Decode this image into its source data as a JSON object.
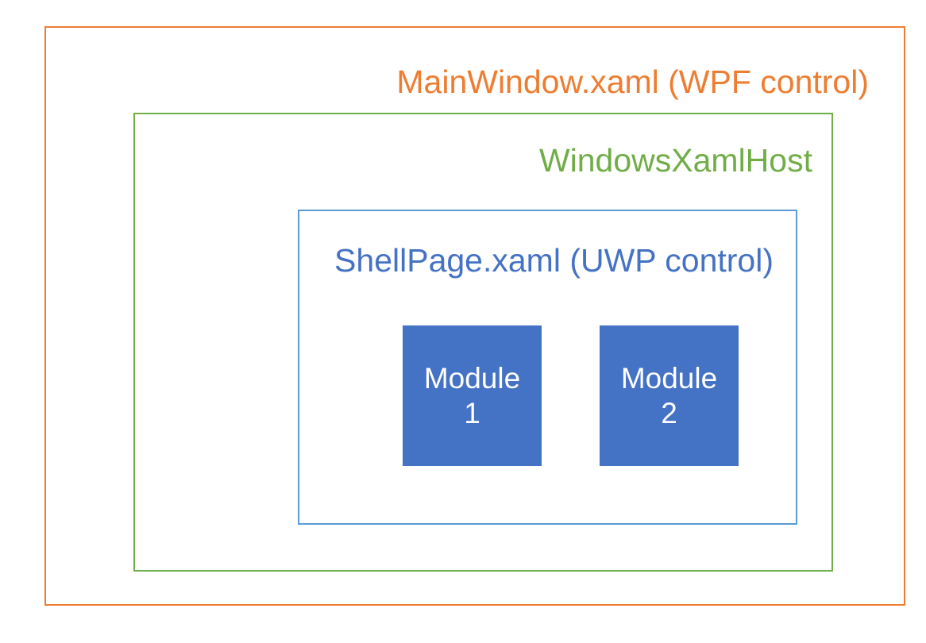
{
  "diagram": {
    "type": "nested-container-diagram",
    "background_color": "#FFFFFF",
    "containers": [
      {
        "id": "wpf-window",
        "label": "MainWindow.xaml (WPF control)",
        "color": "#ED7D31",
        "border_color": "#ED7D31",
        "fill": "none",
        "level": 0
      },
      {
        "id": "windows-xaml-host",
        "label": "WindowsXamlHost",
        "color": "#70AD47",
        "border_color": "#70AD47",
        "fill": "none",
        "level": 1
      },
      {
        "id": "shell-page",
        "label": "ShellPage.xaml (UWP control)",
        "color": "#4472C4",
        "border_color": "#5B9BD5",
        "fill": "none",
        "level": 2
      }
    ],
    "modules": [
      {
        "id": "module-1",
        "line1": "Module",
        "line2": "1",
        "fill_color": "#4472C4",
        "text_color": "#FFFFFF"
      },
      {
        "id": "module-2",
        "line1": "Module",
        "line2": "2",
        "fill_color": "#4472C4",
        "text_color": "#FFFFFF"
      }
    ]
  }
}
